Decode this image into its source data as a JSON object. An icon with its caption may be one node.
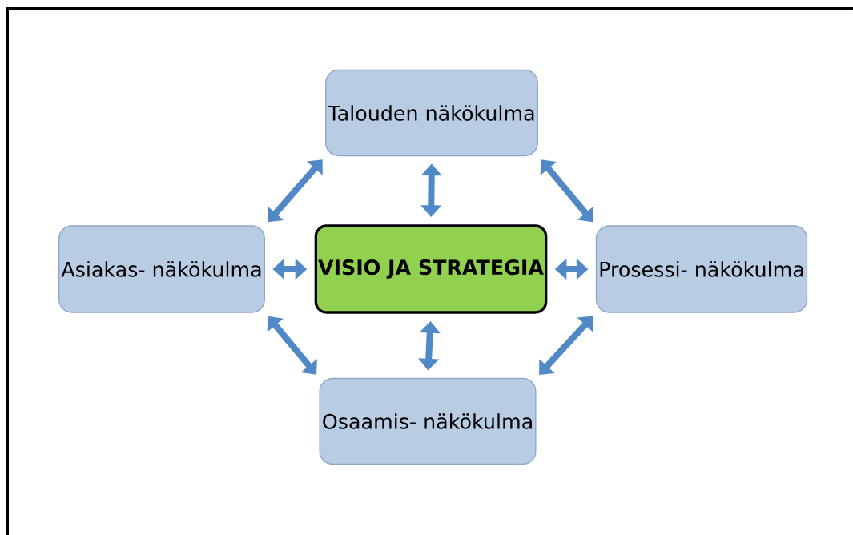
{
  "diagram": {
    "nodes": [
      {
        "text": [
          "Talouden näkökulma"
        ]
      },
      {
        "text": [
          "Asiakas- näkökulma"
        ]
      },
      {
        "text": [
          "VISIO JA STRATEGIA"
        ]
      },
      {
        "text": [
          "Prosessi- näkökulma"
        ]
      },
      {
        "text": [
          "Osaamis- näkökulma"
        ]
      }
    ],
    "edges": [
      {
        "from": 0,
        "to": 1,
        "arrow": "both"
      },
      {
        "from": 0,
        "to": 2,
        "arrow": "both"
      },
      {
        "from": 0,
        "to": 3,
        "arrow": "both"
      },
      {
        "from": 1,
        "to": 2,
        "arrow": "both"
      },
      {
        "from": 2,
        "to": 3,
        "arrow": "both"
      },
      {
        "from": 1,
        "to": 4,
        "arrow": "both"
      },
      {
        "from": 2,
        "to": 4,
        "arrow": "both"
      },
      {
        "from": 3,
        "to": 4,
        "arrow": "both"
      }
    ]
  }
}
